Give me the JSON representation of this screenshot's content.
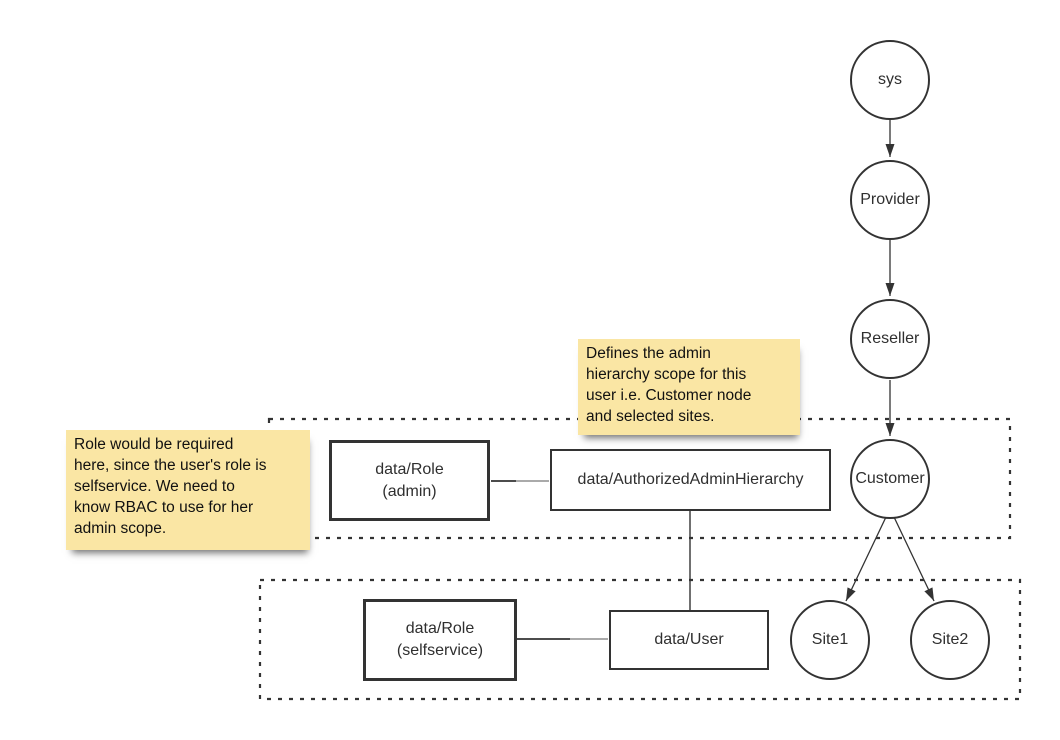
{
  "diagram": {
    "nodes": {
      "sys": "sys",
      "provider": "Provider",
      "reseller": "Reseller",
      "customer": "Customer",
      "site1": "Site1",
      "site2": "Site2"
    },
    "boxes": {
      "role_admin": {
        "line1": "data/Role",
        "line2": "(admin)"
      },
      "authorized_admin_hierarchy": {
        "label": "data/AuthorizedAdminHierarchy"
      },
      "role_selfservice": {
        "line1": "data/Role",
        "line2": "(selfservice)"
      },
      "user": {
        "label": "data/User"
      }
    },
    "notes": {
      "admin_hierarchy_note": {
        "lines": [
          "Defines the admin",
          "hierarchy scope for this",
          "user i.e. Customer node",
          "and selected sites."
        ]
      },
      "role_note": {
        "lines": [
          "Role would be required",
          "here, since the user's role is",
          "selfservice. We need to",
          "know RBAC to use for her",
          "admin scope."
        ]
      }
    },
    "colors": {
      "note_fill": "#FAE6A4",
      "stroke": "#333333",
      "connector_gray": "#AAAAAA",
      "text": "#2F2F2F"
    }
  }
}
